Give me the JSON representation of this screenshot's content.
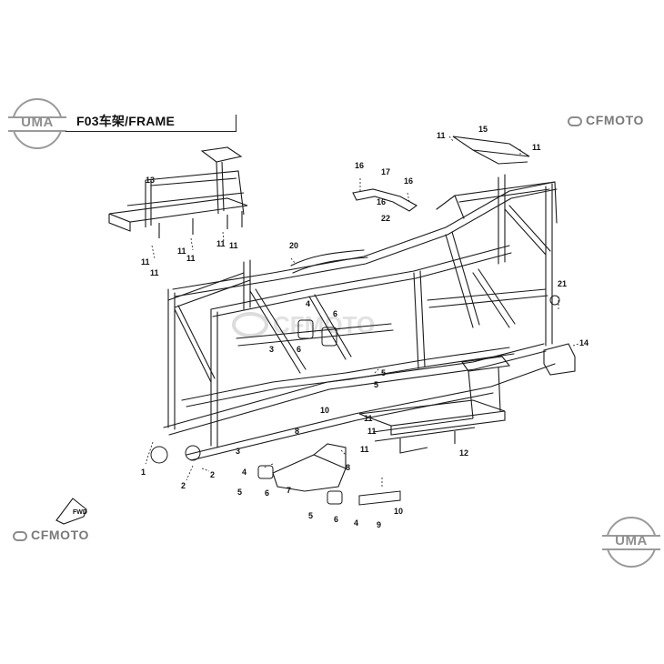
{
  "title": "F03车架/FRAME",
  "brand_top_right": "CFMOTO",
  "brand_bottom_left": "CFMOTO",
  "watermark": "CFMOTO",
  "logo_top_left": "UMA",
  "logo_bottom_right": "UMA",
  "fwd_label": "FWD",
  "callouts": [
    {
      "id": "c1",
      "text": "1"
    },
    {
      "id": "c2a",
      "text": "2"
    },
    {
      "id": "c2b",
      "text": "2"
    },
    {
      "id": "c3a",
      "text": "3"
    },
    {
      "id": "c3b",
      "text": "3"
    },
    {
      "id": "c4a",
      "text": "4"
    },
    {
      "id": "c4b",
      "text": "4"
    },
    {
      "id": "c4c",
      "text": "4"
    },
    {
      "id": "c5a",
      "text": "5"
    },
    {
      "id": "c5b",
      "text": "5"
    },
    {
      "id": "c5c",
      "text": "5"
    },
    {
      "id": "c5d",
      "text": "5"
    },
    {
      "id": "c6a",
      "text": "6"
    },
    {
      "id": "c6b",
      "text": "6"
    },
    {
      "id": "c6c",
      "text": "6"
    },
    {
      "id": "c6d",
      "text": "6"
    },
    {
      "id": "c7",
      "text": "7"
    },
    {
      "id": "c8a",
      "text": "8"
    },
    {
      "id": "c8b",
      "text": "8"
    },
    {
      "id": "c9",
      "text": "9"
    },
    {
      "id": "c10a",
      "text": "10"
    },
    {
      "id": "c10b",
      "text": "10"
    },
    {
      "id": "c11a",
      "text": "11"
    },
    {
      "id": "c11b",
      "text": "11"
    },
    {
      "id": "c11c",
      "text": "11"
    },
    {
      "id": "c11d",
      "text": "11"
    },
    {
      "id": "c11e",
      "text": "11"
    },
    {
      "id": "c11f",
      "text": "11"
    },
    {
      "id": "c11g",
      "text": "11"
    },
    {
      "id": "c11h",
      "text": "11"
    },
    {
      "id": "c11i",
      "text": "11"
    },
    {
      "id": "c11j",
      "text": "11"
    },
    {
      "id": "c11k",
      "text": "11"
    },
    {
      "id": "c12",
      "text": "12"
    },
    {
      "id": "c13",
      "text": "13"
    },
    {
      "id": "c14",
      "text": "14"
    },
    {
      "id": "c15",
      "text": "15"
    },
    {
      "id": "c16a",
      "text": "16"
    },
    {
      "id": "c16b",
      "text": "16"
    },
    {
      "id": "c16c",
      "text": "16"
    },
    {
      "id": "c17",
      "text": "17"
    },
    {
      "id": "c20",
      "text": "20"
    },
    {
      "id": "c21",
      "text": "21"
    },
    {
      "id": "c22",
      "text": "22"
    }
  ]
}
